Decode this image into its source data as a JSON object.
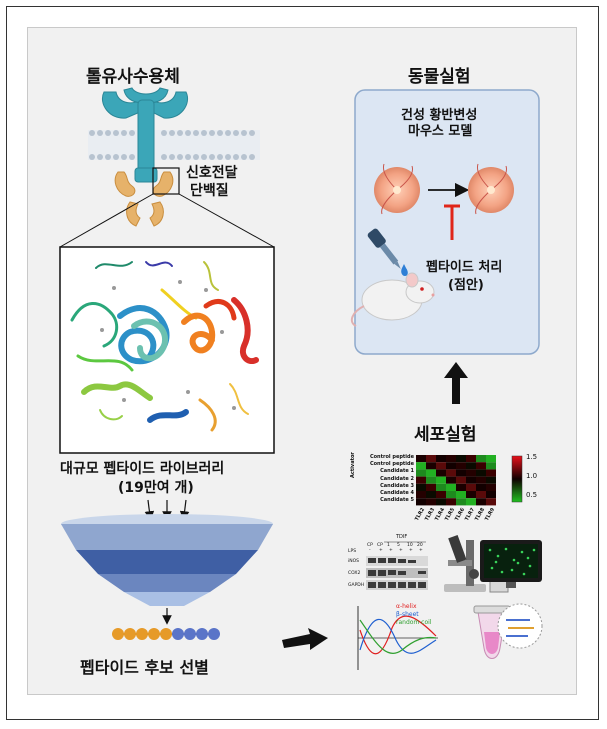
{
  "receptor": {
    "title": "톨유사수용체",
    "signal_line1": "신호전달",
    "signal_line2": "단백질"
  },
  "library": {
    "line1": "대규모 펩타이드 라이브러리",
    "line2": "(19만여 개)"
  },
  "candidates": {
    "title": "펩타이드 후보 선별"
  },
  "animal": {
    "title": "동물실험",
    "model_line1": "건성 황반변성",
    "model_line2": "마우스 모델",
    "treat_line1": "펩타이드 처리",
    "treat_line2": "(점안)"
  },
  "cell": {
    "title": "세포실험"
  },
  "heatmap": {
    "rows": [
      "Control peptide",
      "Control peptide",
      "Candidate 1",
      "Candidate 2",
      "Candidate 3",
      "Candidate 4",
      "Candidate 5"
    ],
    "cols": [
      "TLR2",
      "TLR3",
      "TLR4",
      "TLR5",
      "TLR6",
      "TLR7",
      "TLR8",
      "TLR9"
    ],
    "side_label": "Activator",
    "scale": [
      "1.5",
      "1.0",
      "0.5"
    ]
  },
  "western": {
    "header": "TDIF",
    "top": [
      "CP",
      "CP",
      "1",
      "5",
      "10",
      "20"
    ],
    "rows": [
      "LPS",
      "iNOS",
      "COX2",
      "GAPDH"
    ],
    "lps_signs": [
      "-",
      "+",
      "+",
      "+",
      "+",
      "+"
    ]
  },
  "cd": {
    "legend": [
      "α-helix",
      "β-sheet",
      "random coil"
    ]
  },
  "colors": {
    "panel": "#f1f1f1",
    "receptor": "#3ba6b8",
    "adaptor": "#e6b26a",
    "box_fill": "#dce6f3",
    "box_border": "#8ea9cc",
    "arrow": "#111111",
    "inhibit": "#e0261a"
  },
  "icons": [
    "tlr-receptor-icon",
    "membrane-icon",
    "protein-structure-icon",
    "funnel-icon",
    "peptide-beads-icon",
    "eye-retina-icon",
    "dropper-icon",
    "mouse-icon",
    "heatmap-chart",
    "western-blot-icon",
    "microscope-icon",
    "monitor-icon",
    "cd-spectrum-icon",
    "tube-icon"
  ]
}
